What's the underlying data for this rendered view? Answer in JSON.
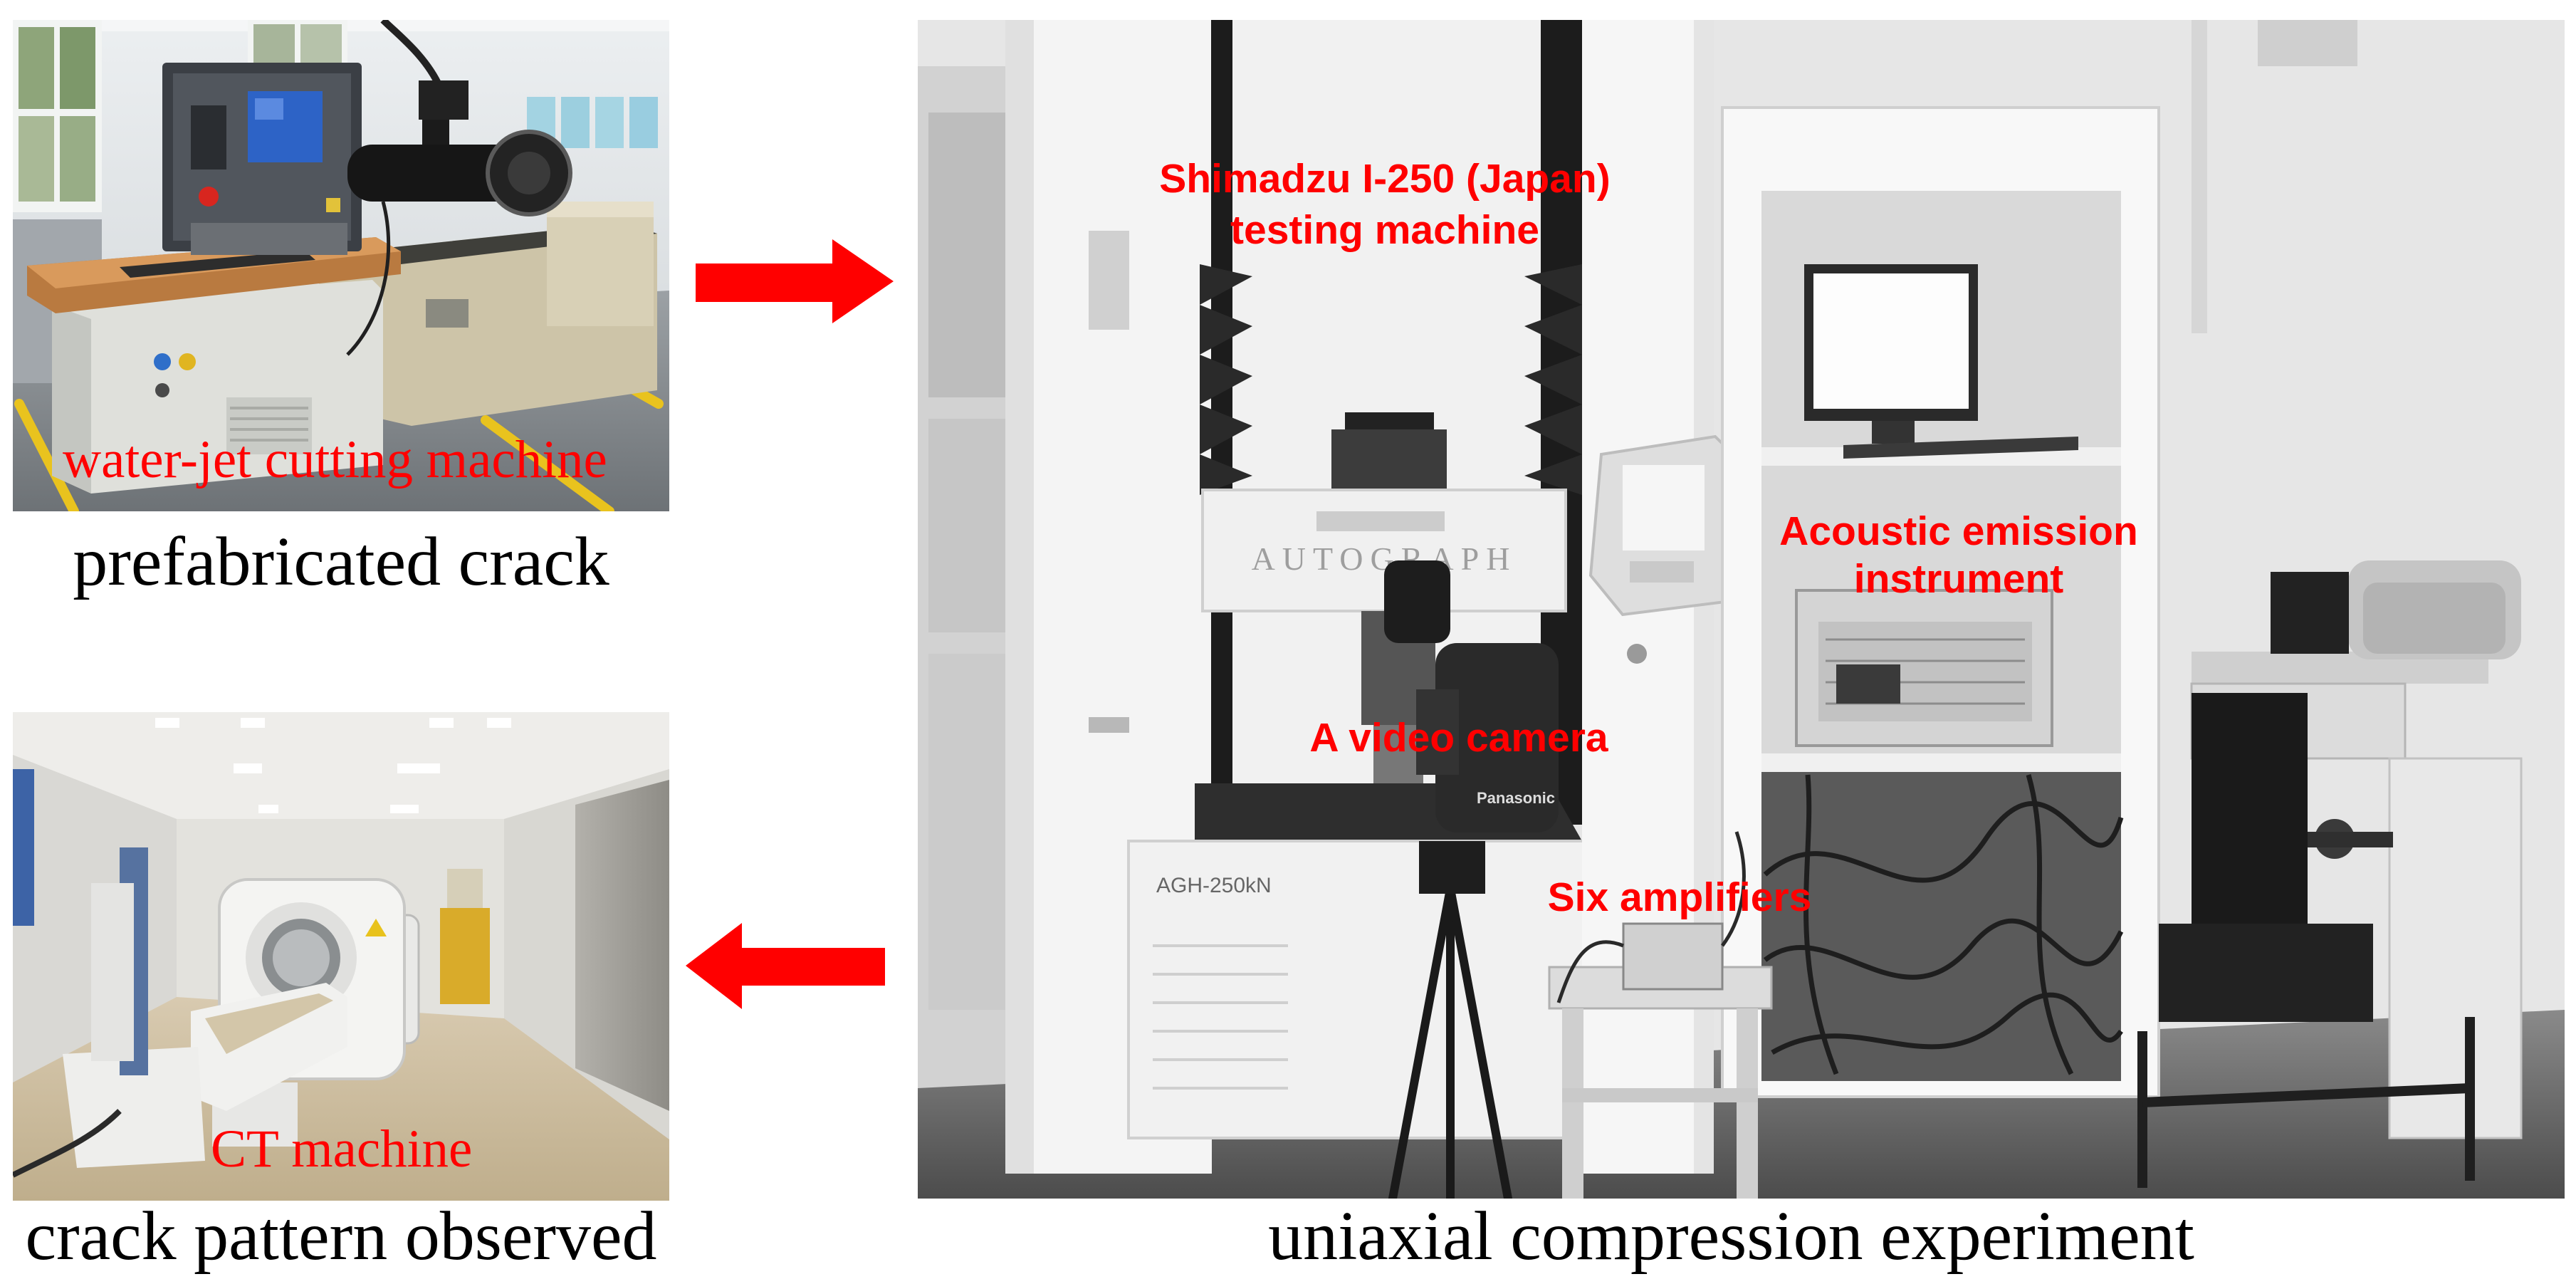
{
  "colors": {
    "annotation": "#ff0000",
    "arrow": "#ff0000",
    "caption": "#000000"
  },
  "panels": {
    "cutting": {
      "label": "water-jet cutting machine",
      "caption": "prefabricated crack"
    },
    "ct": {
      "label": "CT machine",
      "caption": "crack pattern observed"
    },
    "compression": {
      "caption": "uniaxial compression experiment",
      "labels": {
        "testing_machine": {
          "line1": "Shimadzu I-250 (Japan)",
          "line2": "testing machine"
        },
        "acoustic_emission": {
          "line1": "Acoustic emission",
          "line2": "instrument"
        },
        "video_camera": "A video camera",
        "amplifiers": "Six amplifiers"
      },
      "photo_text": {
        "crosshead": "AUTOGRAPH",
        "base": "AGH-250kN",
        "camera": "Panasonic"
      }
    }
  },
  "arrows": [
    {
      "icon": "arrow-right-icon"
    },
    {
      "icon": "arrow-left-icon"
    }
  ]
}
